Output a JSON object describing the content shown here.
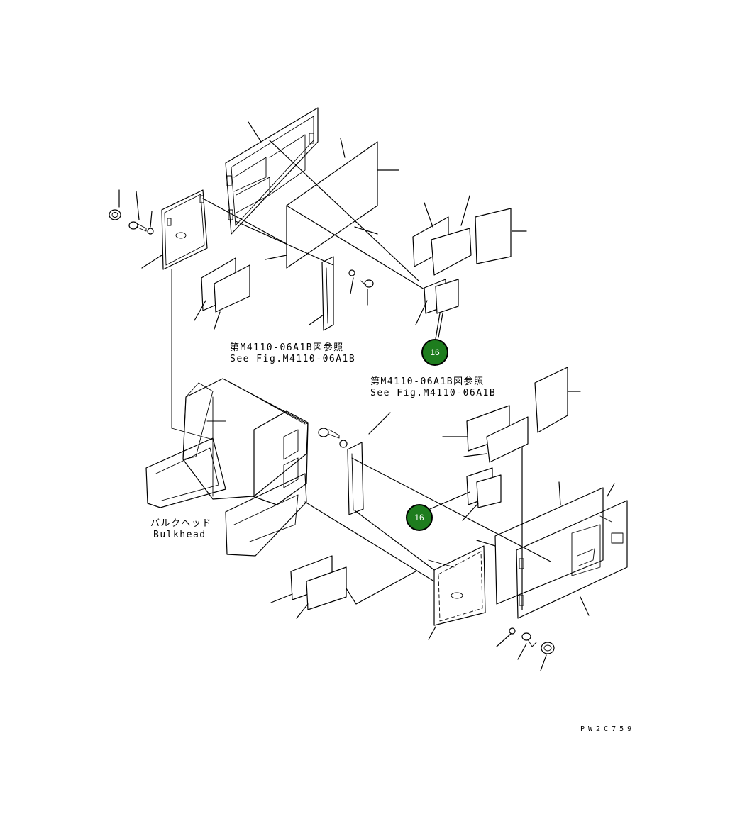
{
  "references": {
    "upper_jp": "第M4110-06A1B図参照",
    "upper_en": "See Fig.M4110-06A1B",
    "middle_jp": "第M4110-06A1B図参照",
    "middle_en": "See Fig.M4110-06A1B"
  },
  "bulkhead": {
    "jp": "バルクヘッド",
    "en": "Bulkhead"
  },
  "callouts": [
    {
      "label": "16"
    },
    {
      "label": "16"
    }
  ],
  "figure_code": "PW2C759",
  "colors": {
    "callout_fill": "#1e7d1e",
    "line": "#000000",
    "background": "#ffffff"
  }
}
